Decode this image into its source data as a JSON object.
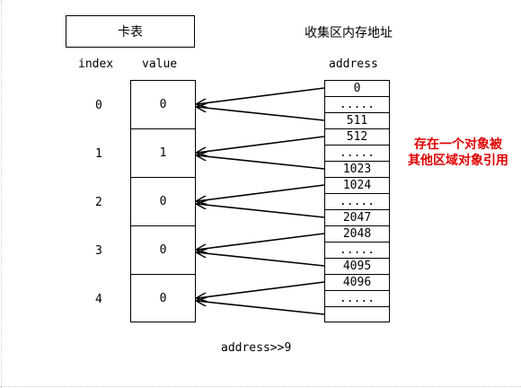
{
  "card_table": {
    "title": "卡表",
    "col_index": "index",
    "col_value": "value",
    "rows": [
      {
        "index": "0",
        "value": "0"
      },
      {
        "index": "1",
        "value": "1"
      },
      {
        "index": "2",
        "value": "0"
      },
      {
        "index": "3",
        "value": "0"
      },
      {
        "index": "4",
        "value": "0"
      }
    ]
  },
  "collection_area": {
    "title": "收集区内存地址",
    "col_address": "address",
    "cells": [
      "0",
      ".....",
      "511",
      "512",
      ".....",
      "1023",
      "1024",
      ".....",
      "2047",
      "2048",
      ".....",
      "4095",
      "4096",
      ".....",
      ""
    ]
  },
  "annotation": {
    "line1": "存在一个对象被",
    "line2": "其他区域对象引用",
    "color": "#e00000"
  },
  "formula": "address>>9"
}
